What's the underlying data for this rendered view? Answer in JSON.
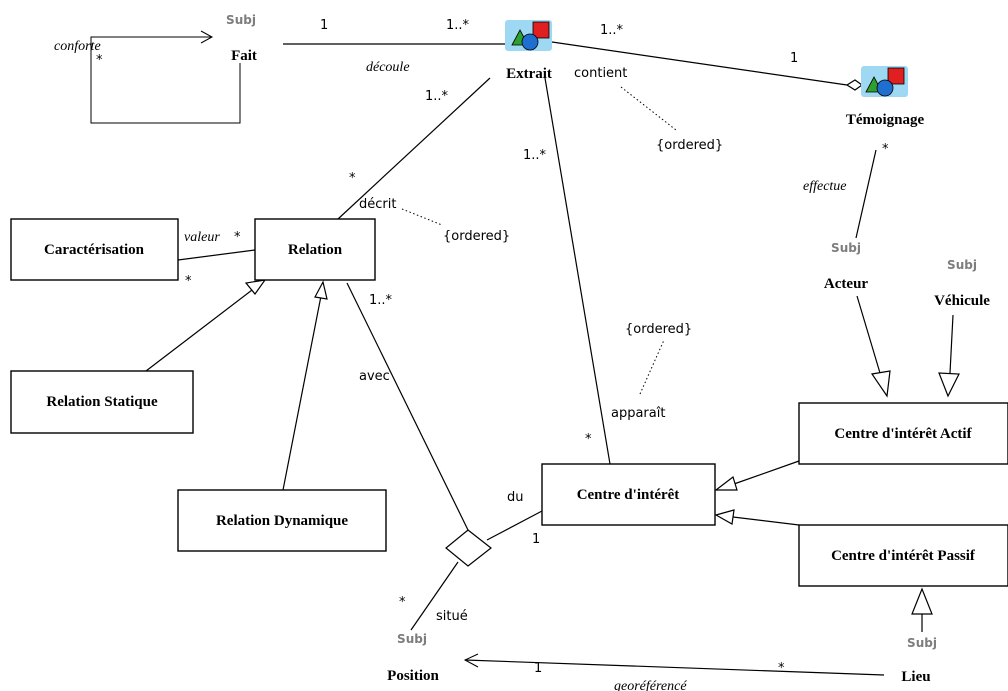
{
  "classes": {
    "caracterisation": "Caractérisation",
    "relation": "Relation",
    "relation_statique": "Relation Statique",
    "relation_dynamique": "Relation Dynamique",
    "centre_interet": "Centre d'intérêt",
    "centre_actif": "Centre d'intérêt Actif",
    "centre_passif": "Centre d'intérêt Passif"
  },
  "nodes": {
    "fait": "Fait",
    "extrait": "Extrait",
    "temoignage": "Témoignage",
    "acteur": "Acteur",
    "vehicule": "Véhicule",
    "position": "Position",
    "lieu": "Lieu"
  },
  "stereotype": "Subj",
  "roles": {
    "conforte": "conforte",
    "decoule": "découle",
    "contient": "contient",
    "effectue": "effectue",
    "decrit": "décrit",
    "valeur": "valeur",
    "avec": "avec",
    "apparait": "apparaît",
    "du": "du",
    "situe": "situé",
    "georeference": "georéférencé"
  },
  "constraints": {
    "ordered": "{ordered}"
  },
  "multiplicities": {
    "one": "1",
    "one_many": "1..*",
    "many": "*"
  },
  "colors": {
    "icon_background": "#9ed8f2",
    "icon_triangle": "#2ea02e",
    "icon_circle": "#1f6fd1",
    "icon_square": "#e02020",
    "subj_text": "#7d7d7d"
  },
  "icons": [
    "class-composite-icon",
    "subj-stereotype-icon"
  ]
}
